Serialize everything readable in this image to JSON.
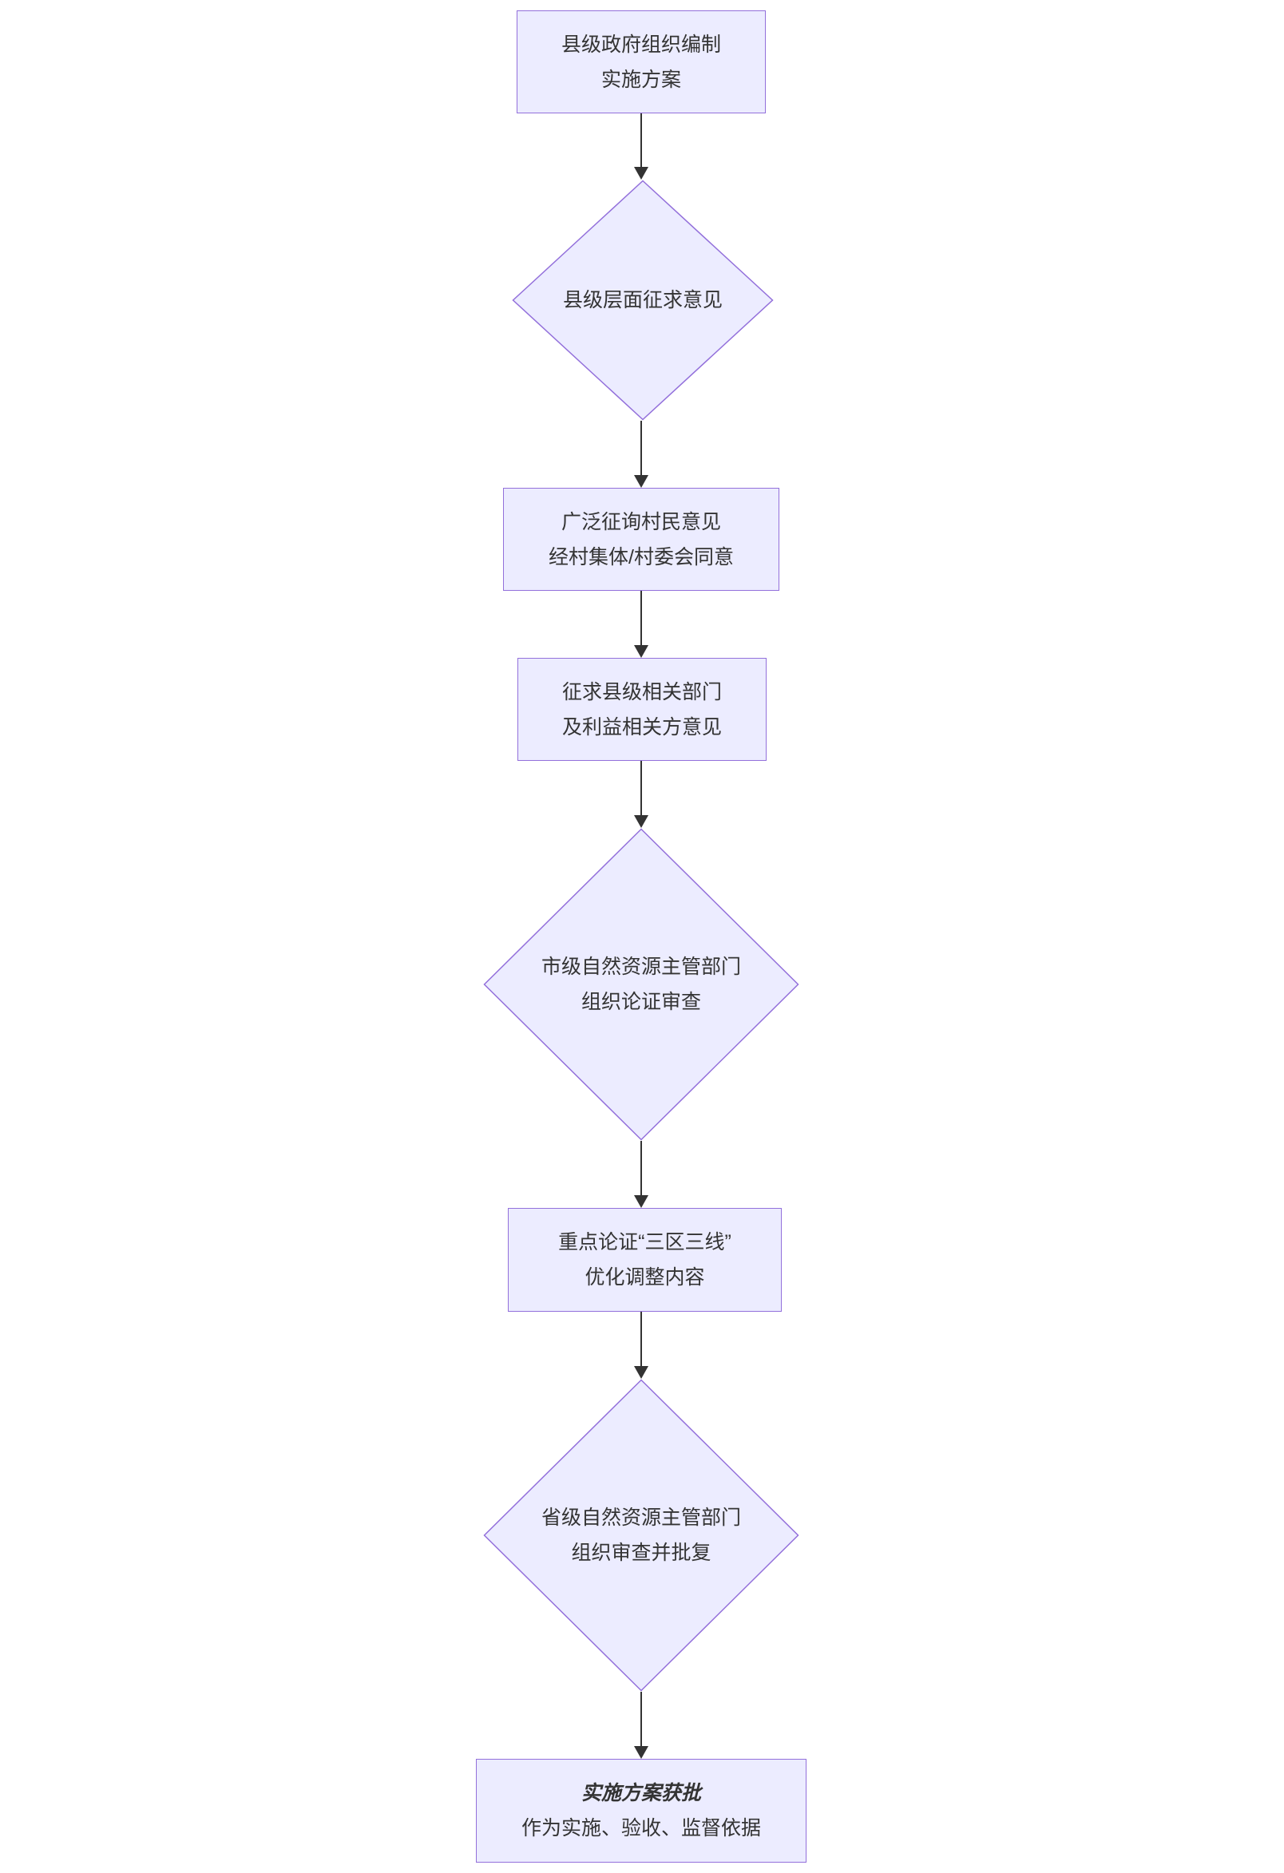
{
  "diagram": {
    "type": "flowchart",
    "direction": "top-down",
    "colors": {
      "node_fill": "#ECECFF",
      "node_border": "#9370DB",
      "arrow": "#333333",
      "text": "#333333",
      "background": "#FFFFFF"
    },
    "nodes": [
      {
        "id": "county-gov-plan",
        "shape": "rect",
        "lines": [
          "县级政府组织编制",
          "实施方案"
        ]
      },
      {
        "id": "county-consult",
        "shape": "diamond",
        "lines": [
          "县级层面征求意见"
        ]
      },
      {
        "id": "villager-consult",
        "shape": "rect",
        "lines": [
          "广泛征询村民意见",
          "经村集体/村委会同意"
        ]
      },
      {
        "id": "dept-consult",
        "shape": "rect",
        "lines": [
          "征求县级相关部门",
          "及利益相关方意见"
        ]
      },
      {
        "id": "city-review",
        "shape": "diamond",
        "lines": [
          "市级自然资源主管部门",
          "组织论证审查"
        ]
      },
      {
        "id": "key-demonstration",
        "shape": "rect",
        "lines": [
          "重点论证“三区三线”",
          "优化调整内容"
        ]
      },
      {
        "id": "province-review",
        "shape": "diamond",
        "lines": [
          "省级自然资源主管部门",
          "组织审查并批复"
        ]
      },
      {
        "id": "plan-approved",
        "shape": "rect",
        "lines": [
          "实施方案获批",
          "作为实施、验收、监督依据"
        ],
        "emphasis_line": 0
      }
    ],
    "edges": [
      {
        "from": "county-gov-plan",
        "to": "county-consult"
      },
      {
        "from": "county-consult",
        "to": "villager-consult"
      },
      {
        "from": "villager-consult",
        "to": "dept-consult"
      },
      {
        "from": "dept-consult",
        "to": "city-review"
      },
      {
        "from": "city-review",
        "to": "key-demonstration"
      },
      {
        "from": "key-demonstration",
        "to": "province-review"
      },
      {
        "from": "province-review",
        "to": "plan-approved"
      }
    ]
  }
}
